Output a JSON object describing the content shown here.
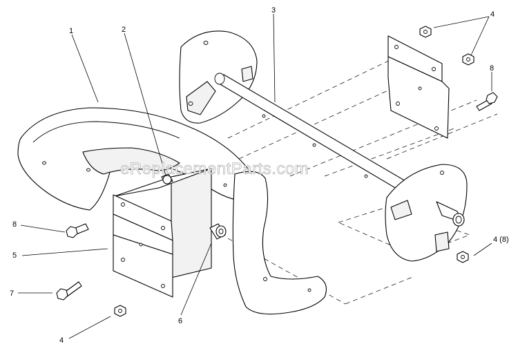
{
  "watermark": "eReplacementParts.com",
  "callouts": {
    "c1": "1",
    "c2": "2",
    "c3": "3",
    "c4_top": "4",
    "c8_right": "8",
    "c8_left": "8",
    "c5": "5",
    "c7": "7",
    "c4_bottom": "4",
    "c6": "6",
    "c4_8": "4 (8)"
  },
  "icons": [
    "hex-nut-icon",
    "bolt-icon",
    "bearing-icon"
  ]
}
